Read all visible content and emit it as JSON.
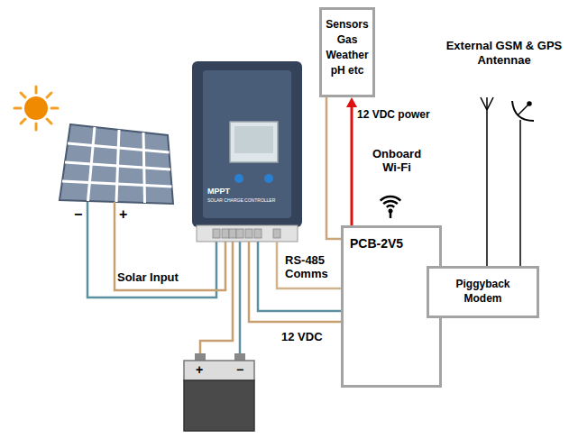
{
  "diagram": {
    "nodes": [
      {
        "text": [
          "Sensors Gas Weather pH etc"
        ]
      },
      {
        "text": [
          "MPPT",
          "SOLAR CHARGE CONTROLLER"
        ]
      },
      {
        "text": [
          "PCB-2V5"
        ]
      },
      {
        "text": [
          "Piggyback Modem"
        ]
      }
    ],
    "edges": [
      {
        "from": 0,
        "to": 2,
        "arrow": "none"
      },
      {
        "from": 2,
        "to": 0,
        "arrow": "to",
        "label": "12 VDC power"
      },
      {
        "from": 1,
        "to": 2,
        "arrow": "none",
        "label": "RS-485 Comms"
      },
      {
        "from": 1,
        "to": 2,
        "arrow": "none",
        "label": "12 VDC"
      },
      {
        "from": 1,
        "to": 2,
        "arrow": "none"
      }
    ],
    "labels": [
      "External GSM & GPS Antennae",
      "Onboard Wi-Fi",
      "Solar Input",
      "−",
      "+",
      "+",
      "−"
    ]
  }
}
